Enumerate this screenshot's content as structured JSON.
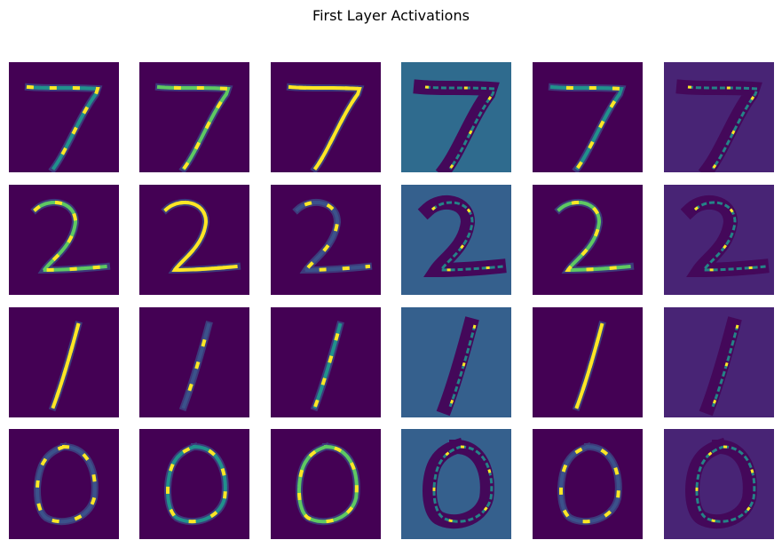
{
  "figure": {
    "title": "First Layer Activations"
  },
  "chart_data": {
    "type": "heatmap",
    "title": "First Layer Activations",
    "grid_rows": 4,
    "grid_cols": 6,
    "axis_visible": false,
    "colormap": "viridis",
    "colors": {
      "background": "#440154",
      "dark_purple": "#44085a",
      "filter3_bg_row1": "#2f6b8e",
      "filter3_bg_rows2_4": "#35608d",
      "filter5_bg": "#482475",
      "low": "#3b528b",
      "mid": "#21918c",
      "high": "#5ec962",
      "max": "#fde725"
    },
    "rows": [
      {
        "digit": "7",
        "filters": [
          {
            "filter": 0,
            "background": "#440154",
            "mode": "edge"
          },
          {
            "filter": 1,
            "background": "#440154",
            "mode": "edge"
          },
          {
            "filter": 2,
            "background": "#440154",
            "mode": "edge"
          },
          {
            "filter": 3,
            "background": "#2f6b8e",
            "mode": "inverted"
          },
          {
            "filter": 4,
            "background": "#440154",
            "mode": "edge"
          },
          {
            "filter": 5,
            "background": "#482475",
            "mode": "inverted"
          }
        ]
      },
      {
        "digit": "2",
        "filters": [
          {
            "filter": 0,
            "background": "#440154",
            "mode": "edge"
          },
          {
            "filter": 1,
            "background": "#440154",
            "mode": "edge"
          },
          {
            "filter": 2,
            "background": "#440154",
            "mode": "edge"
          },
          {
            "filter": 3,
            "background": "#35608d",
            "mode": "inverted"
          },
          {
            "filter": 4,
            "background": "#440154",
            "mode": "edge"
          },
          {
            "filter": 5,
            "background": "#482475",
            "mode": "inverted"
          }
        ]
      },
      {
        "digit": "1",
        "filters": [
          {
            "filter": 0,
            "background": "#440154",
            "mode": "edge"
          },
          {
            "filter": 1,
            "background": "#440154",
            "mode": "edge"
          },
          {
            "filter": 2,
            "background": "#440154",
            "mode": "edge"
          },
          {
            "filter": 3,
            "background": "#35608d",
            "mode": "inverted"
          },
          {
            "filter": 4,
            "background": "#440154",
            "mode": "edge"
          },
          {
            "filter": 5,
            "background": "#482475",
            "mode": "inverted"
          }
        ]
      },
      {
        "digit": "0",
        "filters": [
          {
            "filter": 0,
            "background": "#440154",
            "mode": "edge"
          },
          {
            "filter": 1,
            "background": "#440154",
            "mode": "edge"
          },
          {
            "filter": 2,
            "background": "#440154",
            "mode": "edge"
          },
          {
            "filter": 3,
            "background": "#35608d",
            "mode": "inverted"
          },
          {
            "filter": 4,
            "background": "#440154",
            "mode": "edge"
          },
          {
            "filter": 5,
            "background": "#482475",
            "mode": "inverted"
          }
        ]
      }
    ]
  }
}
